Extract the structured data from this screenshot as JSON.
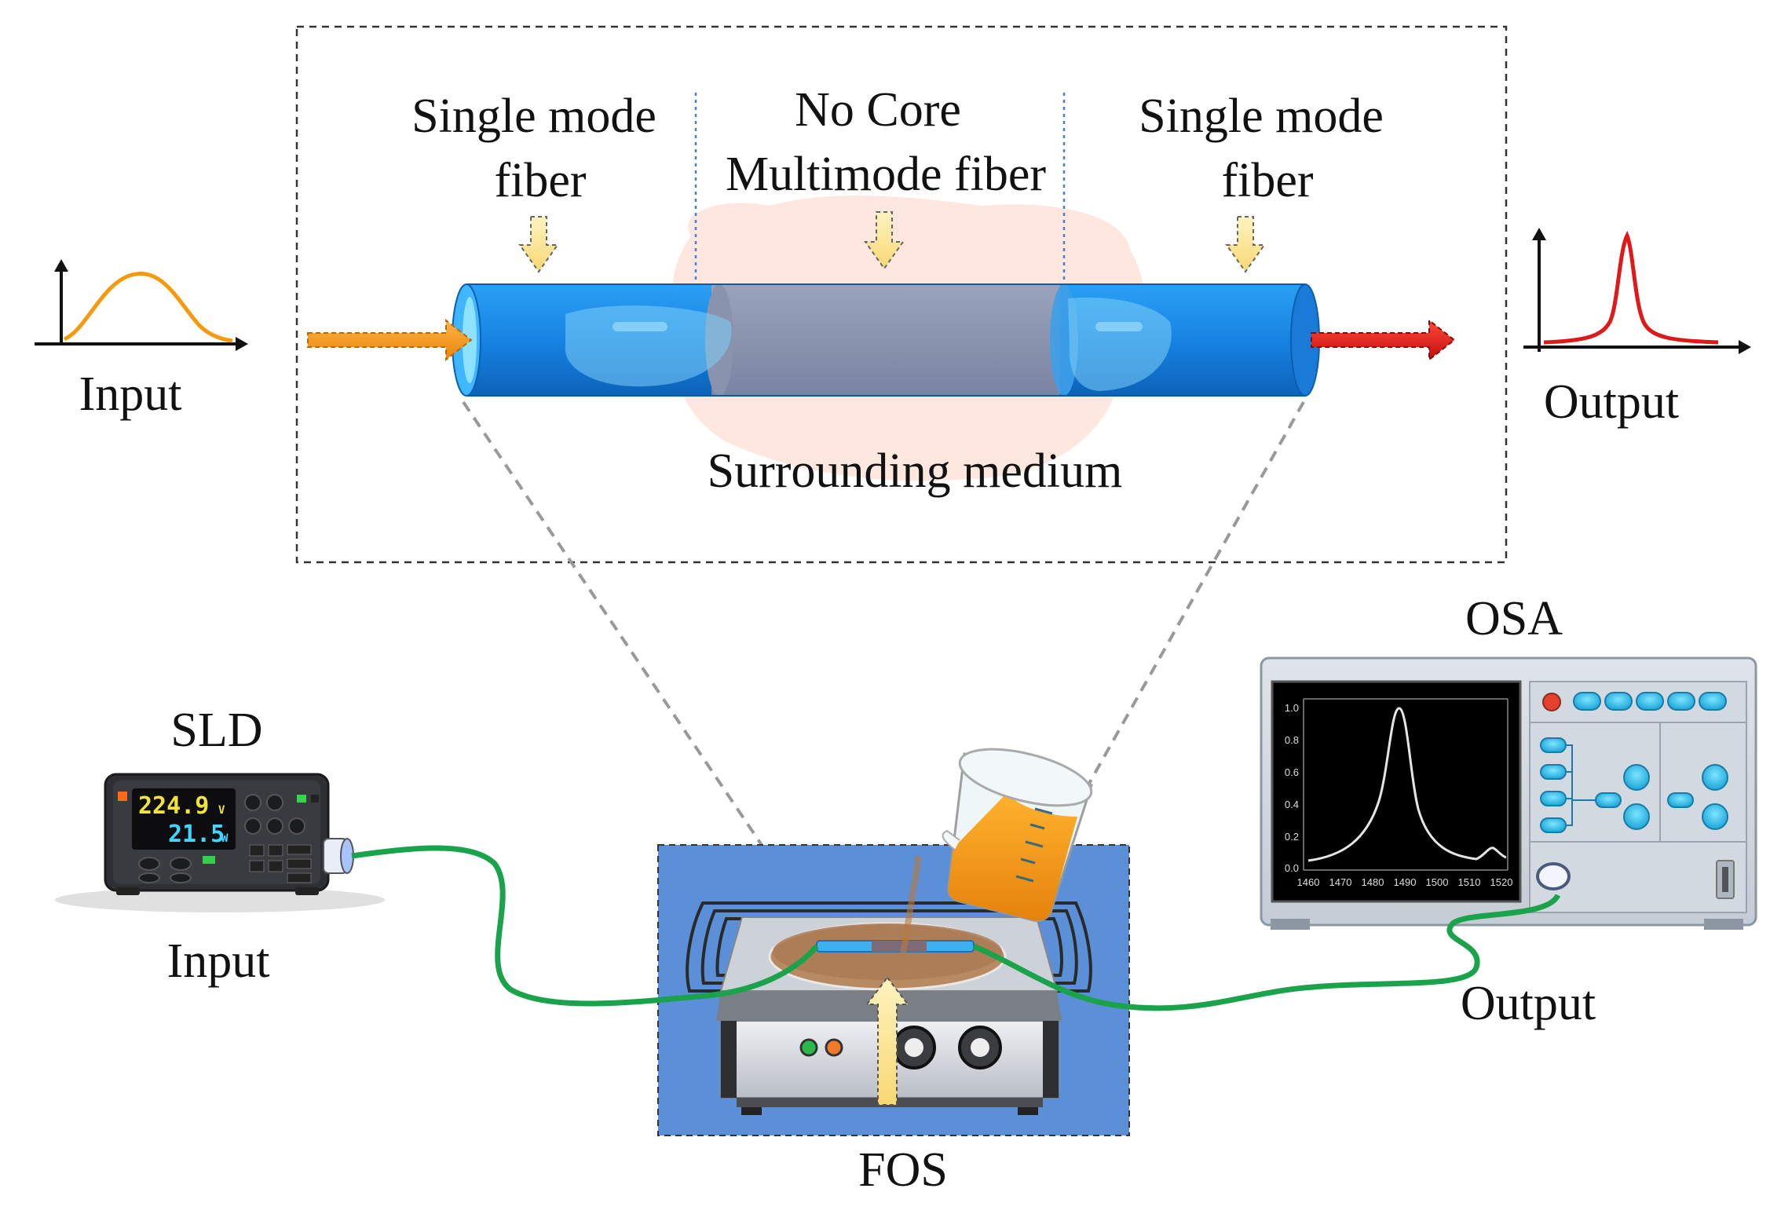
{
  "labels": {
    "input_left": "Input",
    "output_right": "Output",
    "smf_left_line1": "Single mode",
    "smf_left_line2": "fiber",
    "nocore_line1": "No Core",
    "nocore_line2": "Multimode fiber",
    "smf_right_line1": "Single mode",
    "smf_right_line2": "fiber",
    "surrounding": "Surrounding medium",
    "osa": "OSA",
    "sld": "SLD",
    "input_bottom": "Input",
    "output_bottom": "Output",
    "fos": "FOS"
  },
  "sld_display": {
    "voltage": "224.9",
    "voltage_unit": "V",
    "power": "21.5",
    "power_unit": "W"
  },
  "osa_screen": {
    "y_ticks": [
      "0.0",
      "0.2",
      "0.4",
      "0.6",
      "0.8",
      "1.0"
    ],
    "x_ticks": [
      "1460",
      "1470",
      "1480",
      "1490",
      "1500",
      "1510",
      "1520"
    ]
  },
  "colors": {
    "fiber_blue": "#1e88e5",
    "no_core_gray": "#8a93ad",
    "input_pulse": "#f59a0c",
    "output_pulse": "#e01818",
    "cable_green": "#1aa34a",
    "fos_background": "#5b8fd8"
  }
}
